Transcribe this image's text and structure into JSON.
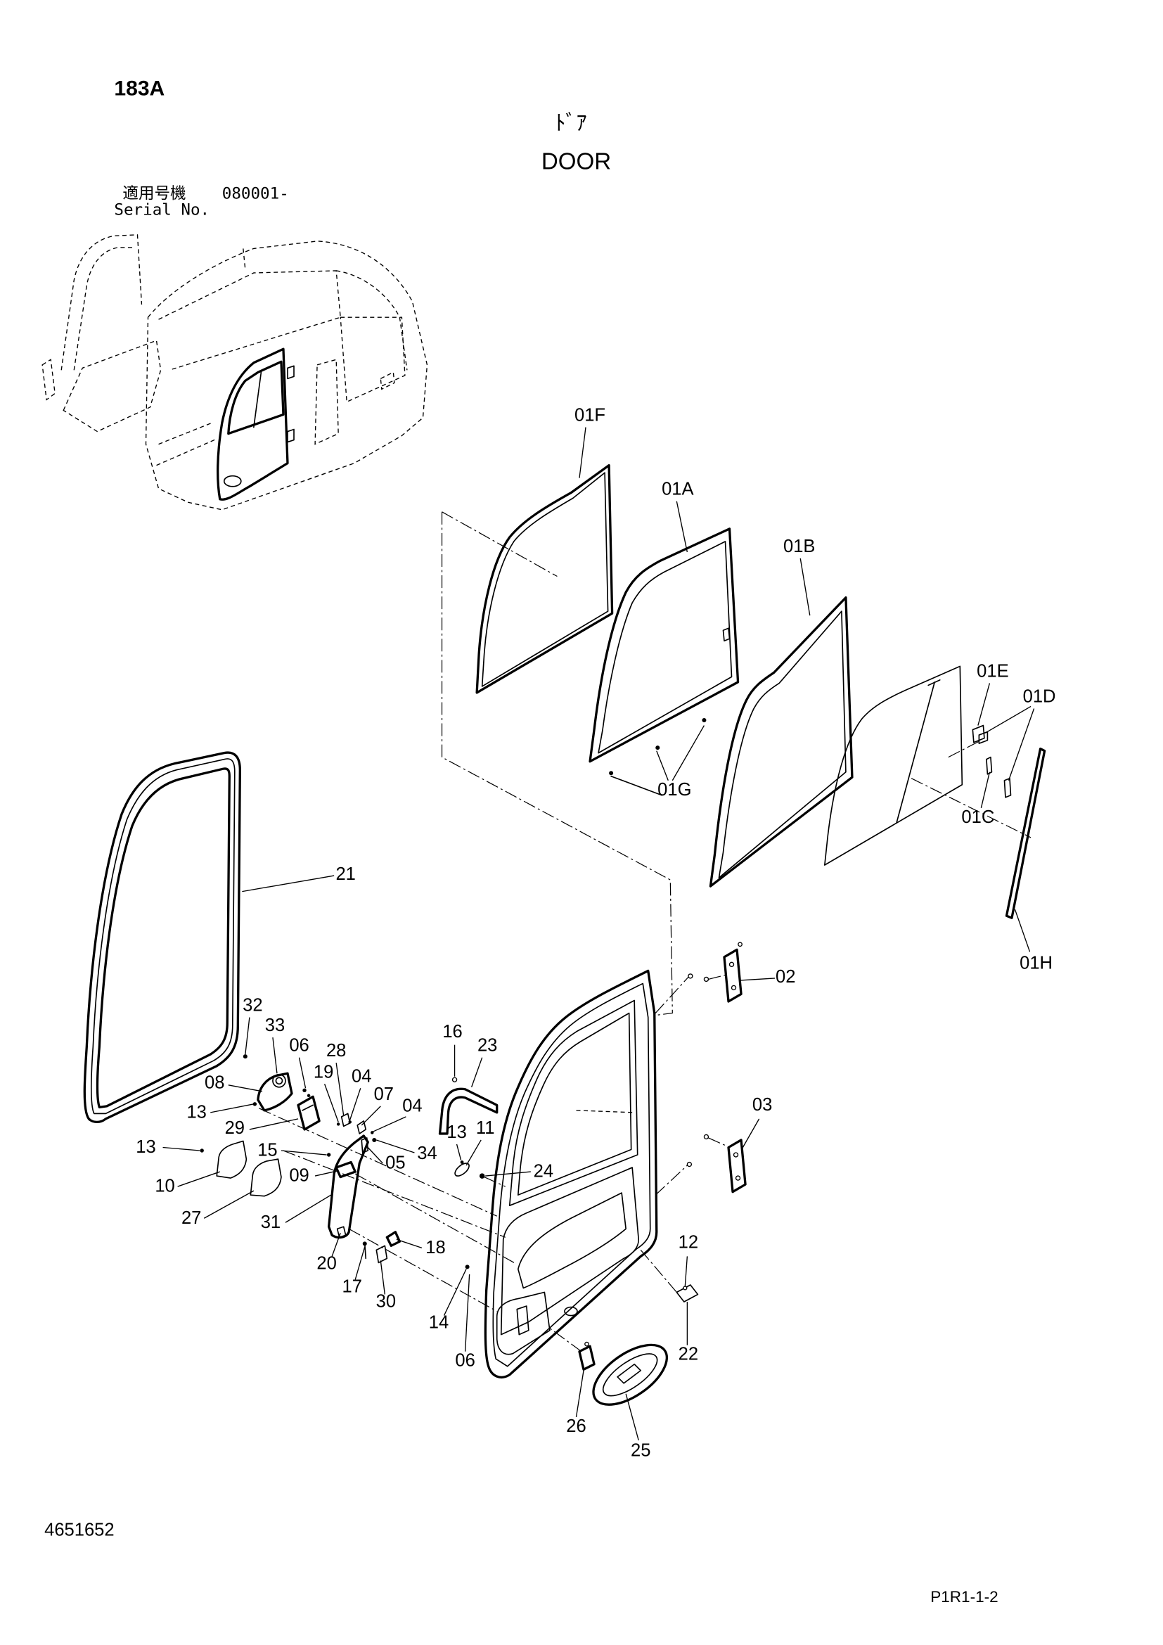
{
  "header": {
    "code": "183A",
    "title_jp": "ﾄﾞｱ",
    "title_en": "DOOR",
    "serial_label_jp": "適用号機",
    "serial_value": "080001-",
    "serial_label_en": "Serial No."
  },
  "callouts": [
    "01F",
    "01A",
    "01B",
    "01E",
    "01D",
    "01G",
    "01C",
    "01H",
    "21",
    "02",
    "03",
    "32",
    "33",
    "06",
    "28",
    "19",
    "04",
    "07",
    "04",
    "08",
    "13",
    "29",
    "34",
    "05",
    "15",
    "09",
    "13",
    "10",
    "27",
    "31",
    "20",
    "17",
    "30",
    "18",
    "16",
    "23",
    "13",
    "11",
    "24",
    "14",
    "06",
    "12",
    "22",
    "26",
    "25"
  ],
  "footer": {
    "drawing_number": "4651652",
    "page_ref": "P1R1-1-2"
  },
  "colors": {
    "ink": "#000000",
    "paper": "#ffffff"
  }
}
